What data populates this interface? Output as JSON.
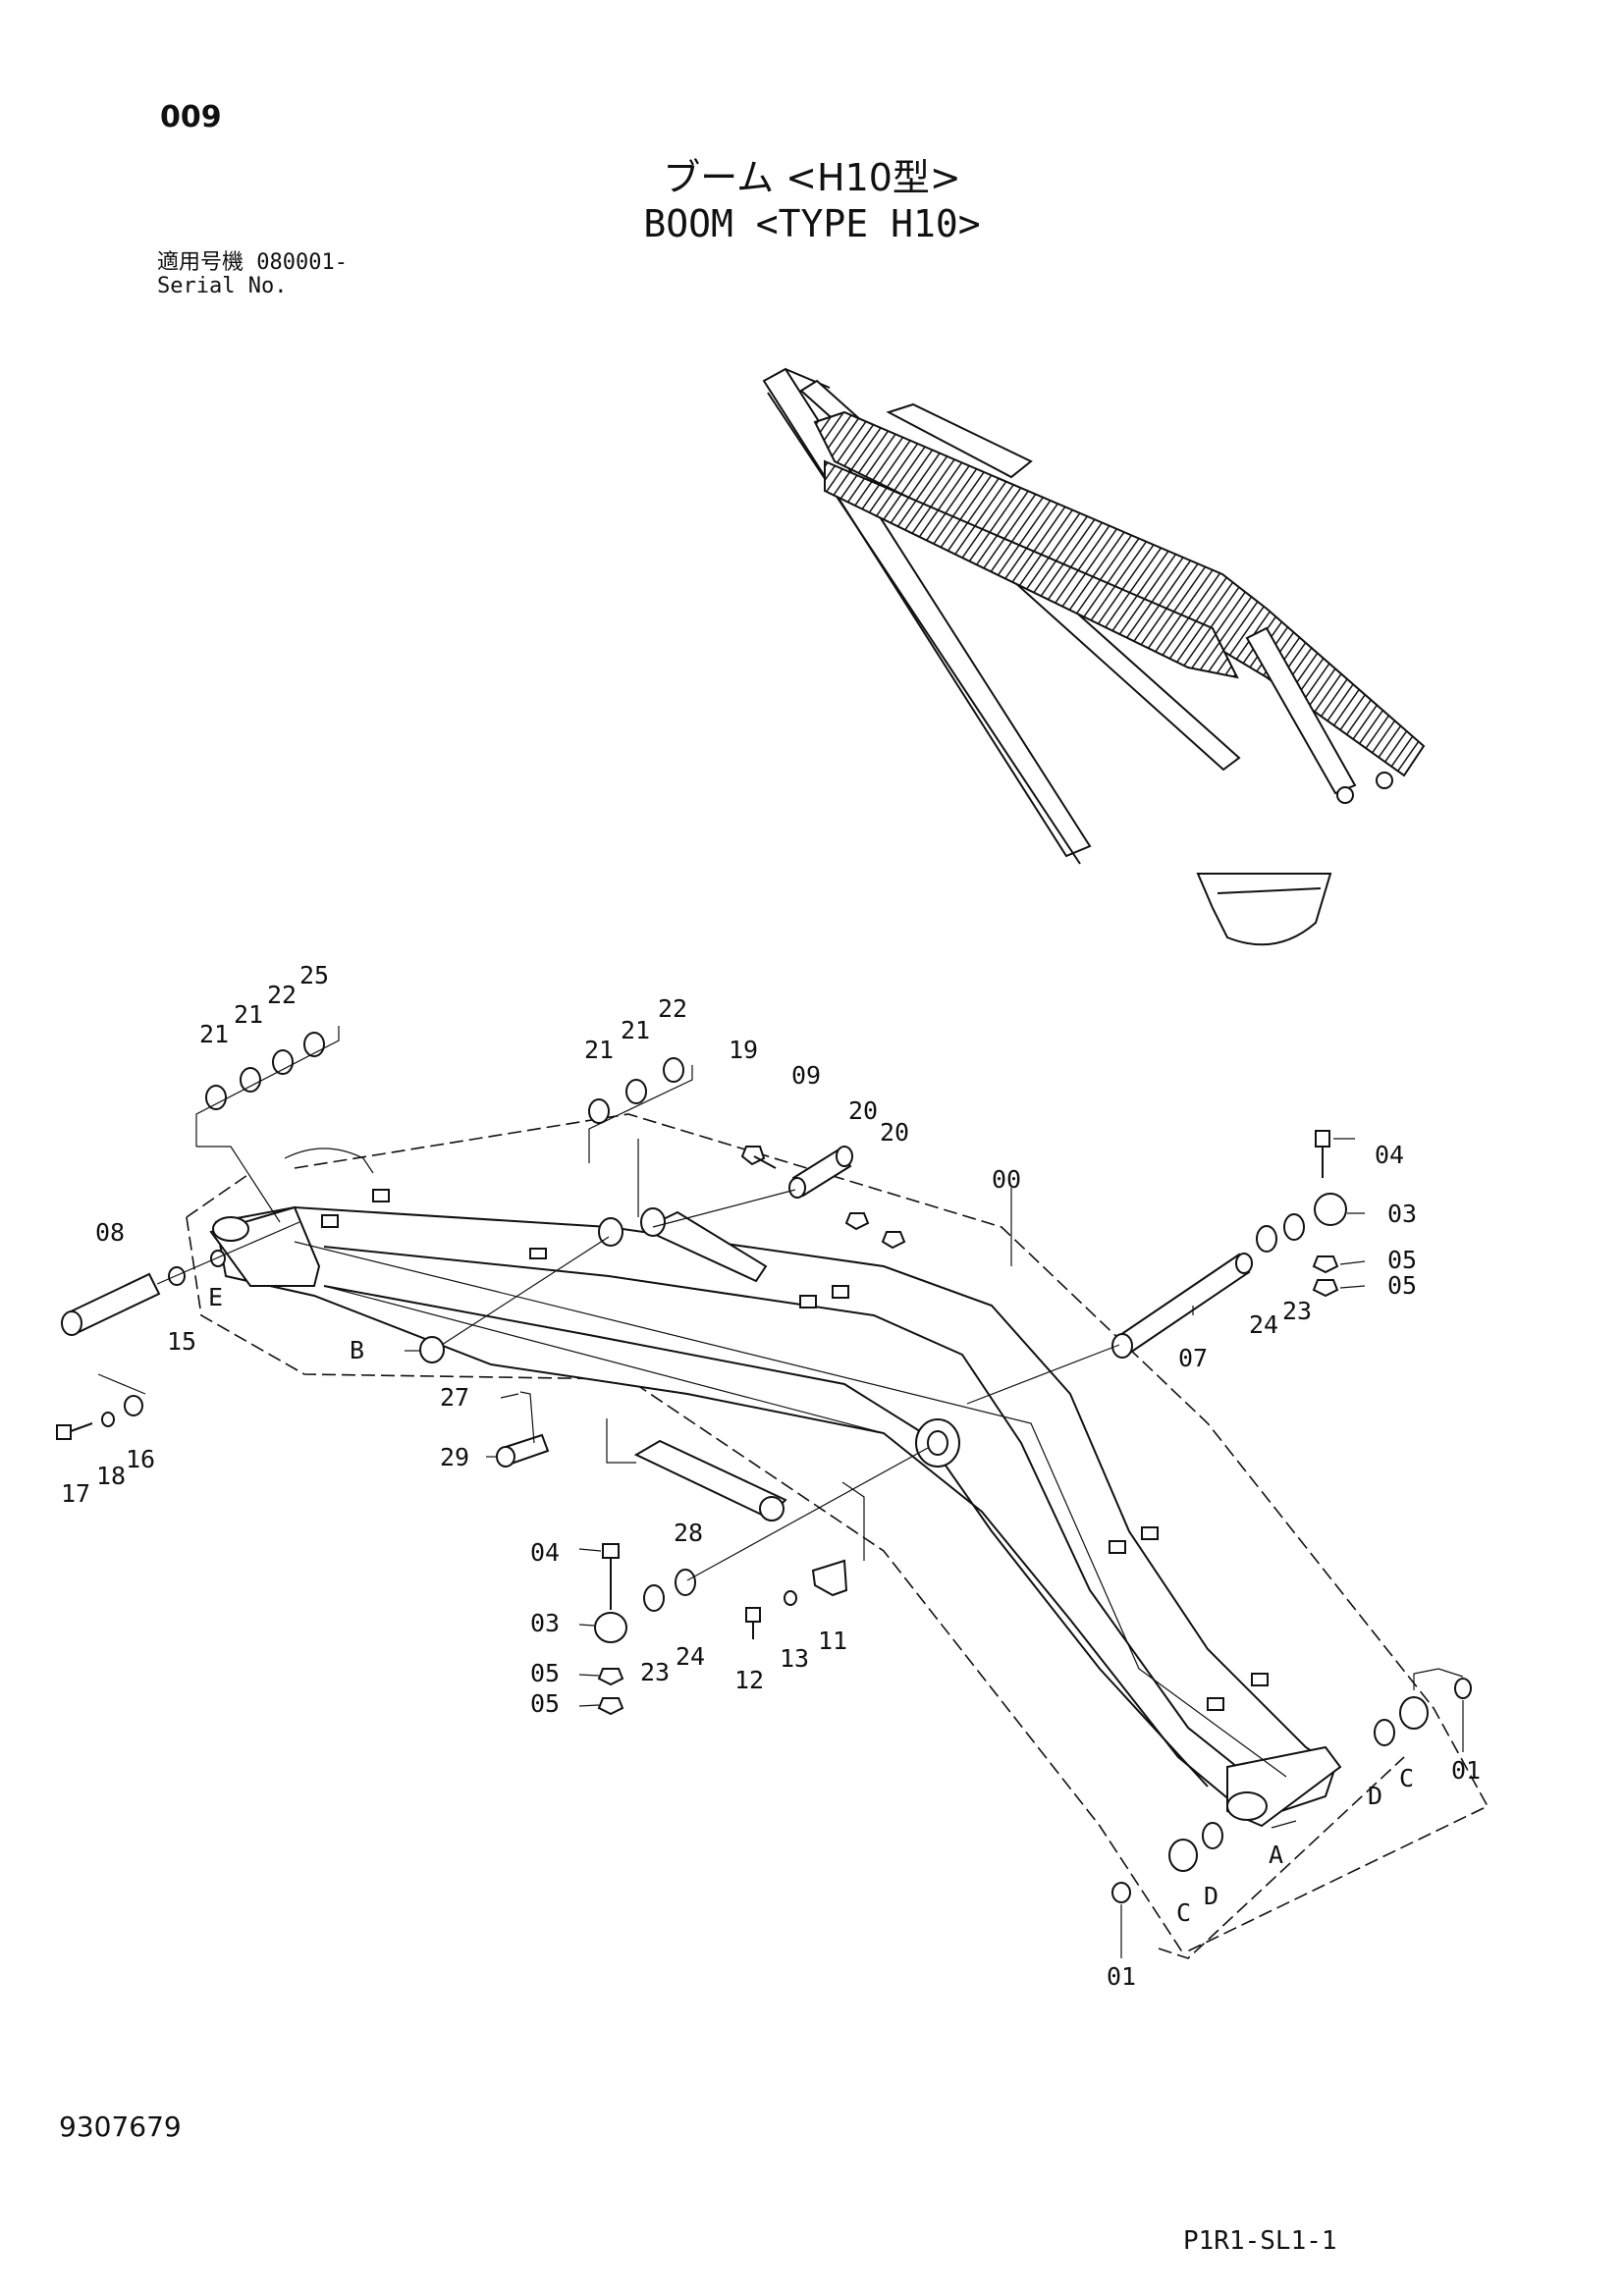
{
  "header": {
    "page_number": "009",
    "title_jp": "ブーム <H10型>",
    "title_en": "BOOM <TYPE H10>",
    "serial_jp": "適用号機  080001-",
    "serial_en": "Serial No."
  },
  "footer": {
    "doc_number": "9307679",
    "diagram_code": "P1R1-SL1-1"
  },
  "callouts": {
    "c00": "00",
    "c01a": "01",
    "c01b": "01",
    "c03a": "03",
    "c03b": "03",
    "c04a": "04",
    "c04b": "04",
    "c05a": "05",
    "c05b": "05",
    "c05c": "05",
    "c05d": "05",
    "c07": "07",
    "c08": "08",
    "c09": "09",
    "c11": "11",
    "c12": "12",
    "c13": "13",
    "c15": "15",
    "c16": "16",
    "c17": "17",
    "c18": "18",
    "c19": "19",
    "c20a": "20",
    "c20b": "20",
    "c21a": "21",
    "c21b": "21",
    "c21c": "21",
    "c21d": "21",
    "c22a": "22",
    "c22b": "22",
    "c23a": "23",
    "c23b": "23",
    "c24a": "24",
    "c24b": "24",
    "c25": "25",
    "c27": "27",
    "c28": "28",
    "c29": "29",
    "cA": "A",
    "cB": "B",
    "cCa": "C",
    "cCb": "C",
    "cDa": "D",
    "cDb": "D",
    "cE": "E"
  }
}
